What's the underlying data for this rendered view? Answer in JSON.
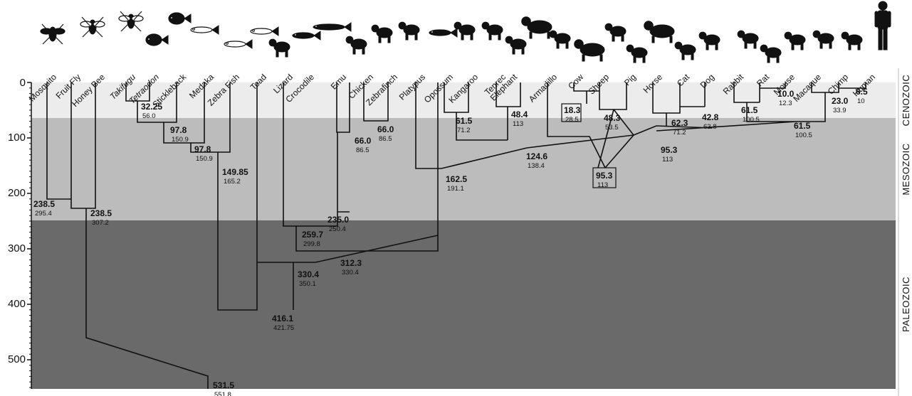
{
  "y_axis": {
    "ticks": [
      "0",
      "100",
      "200",
      "300",
      "400",
      "500"
    ]
  },
  "eras": [
    {
      "name": "CENOZOIC",
      "color": "#ececec"
    },
    {
      "name": "MESOZOIC",
      "color": "#bcbcbc"
    },
    {
      "name": "PALEOZOIC",
      "color": "#6a6a6a"
    }
  ],
  "taxa": [
    {
      "name": "Mosquito",
      "italic": false,
      "icon": "mosquito-icon"
    },
    {
      "name": "Fruit Fly",
      "italic": false,
      "icon": "fruit-fly-icon"
    },
    {
      "name": "Honey Bee",
      "italic": false,
      "icon": "honey-bee-icon"
    },
    {
      "name": "Takifugu",
      "italic": true,
      "icon": "pufferfish-icon"
    },
    {
      "name": "Tetraodon",
      "italic": true,
      "icon": "pufferfish-icon"
    },
    {
      "name": "Stickleback",
      "italic": false,
      "icon": "fish-icon"
    },
    {
      "name": "Medaka",
      "italic": false,
      "icon": "fish-icon"
    },
    {
      "name": "Zebra Fish",
      "italic": false,
      "icon": "fish-icon"
    },
    {
      "name": "Toad",
      "italic": false,
      "icon": "toad-icon"
    },
    {
      "name": "Lizard",
      "italic": false,
      "icon": "lizard-icon"
    },
    {
      "name": "Crocodile",
      "italic": false,
      "icon": "crocodile-icon"
    },
    {
      "name": "Emu",
      "italic": false,
      "icon": "emu-icon"
    },
    {
      "name": "Chicken",
      "italic": false,
      "icon": "chicken-icon"
    },
    {
      "name": "Zebrafinch",
      "italic": false,
      "icon": "bird-icon"
    },
    {
      "name": "Platypus",
      "italic": false,
      "icon": "platypus-icon"
    },
    {
      "name": "Opossum",
      "italic": false,
      "icon": "opossum-icon"
    },
    {
      "name": "Kangaroo",
      "italic": false,
      "icon": "kangaroo-icon"
    },
    {
      "name": "Tenrec",
      "italic": false,
      "icon": "tenrec-icon"
    },
    {
      "name": "Elephant",
      "italic": false,
      "icon": "elephant-icon"
    },
    {
      "name": "Armadillo",
      "italic": false,
      "icon": "armadillo-icon"
    },
    {
      "name": "Cow",
      "italic": false,
      "icon": "cow-icon"
    },
    {
      "name": "Sheep",
      "italic": false,
      "icon": "sheep-icon"
    },
    {
      "name": "Pig",
      "italic": false,
      "icon": "pig-icon"
    },
    {
      "name": "Horse",
      "italic": false,
      "icon": "horse-icon"
    },
    {
      "name": "Cat",
      "italic": false,
      "icon": "cat-icon"
    },
    {
      "name": "Dog",
      "italic": false,
      "icon": "dog-icon"
    },
    {
      "name": "Rabbit",
      "italic": false,
      "icon": "rabbit-icon"
    },
    {
      "name": "Rat",
      "italic": false,
      "icon": "rat-icon"
    },
    {
      "name": "Mouse",
      "italic": false,
      "icon": "mouse-icon"
    },
    {
      "name": "Macaque",
      "italic": false,
      "icon": "macaque-icon"
    },
    {
      "name": "Chimp",
      "italic": false,
      "icon": "chimp-icon"
    },
    {
      "name": "Human",
      "italic": false,
      "icon": "human-icon"
    }
  ],
  "node_labels": [
    {
      "main": "238.5",
      "sub": "295.4"
    },
    {
      "main": "238.5",
      "sub": "307.2"
    },
    {
      "main": "32.25",
      "sub": "56.0"
    },
    {
      "main": "97.8",
      "sub": "150.9"
    },
    {
      "main": "97.8",
      "sub": "150.9"
    },
    {
      "main": "149.85",
      "sub": "165.2"
    },
    {
      "main": "66.0",
      "sub": "86.5"
    },
    {
      "main": "66.0",
      "sub": "86.5"
    },
    {
      "main": "235.0",
      "sub": "250.4"
    },
    {
      "main": "259.7",
      "sub": "299.8"
    },
    {
      "main": "312.3",
      "sub": "330.4"
    },
    {
      "main": "330.4",
      "sub": "350.1"
    },
    {
      "main": "416.1",
      "sub": "421.75"
    },
    {
      "main": "531.5",
      "sub": "551.8"
    },
    {
      "main": "61.5",
      "sub": "71.2"
    },
    {
      "main": "48.4",
      "sub": "113"
    },
    {
      "main": "124.6",
      "sub": "138.4"
    },
    {
      "main": "162.5",
      "sub": "191.1"
    },
    {
      "main": "18.3",
      "sub": "28.5"
    },
    {
      "main": "48.3",
      "sub": "53.5"
    },
    {
      "main": "62.3",
      "sub": "71.2"
    },
    {
      "main": "42.8",
      "sub": "63.8"
    },
    {
      "main": "95.3",
      "sub": "113"
    },
    {
      "main": "95.3",
      "sub": "113"
    },
    {
      "main": "61.5",
      "sub": "100.5"
    },
    {
      "main": "10.0",
      "sub": "12.3"
    },
    {
      "main": "23.0",
      "sub": "33.9"
    },
    {
      "main": "6.5",
      "sub": "10"
    },
    {
      "main": "61.5",
      "sub": "100.5"
    }
  ]
}
